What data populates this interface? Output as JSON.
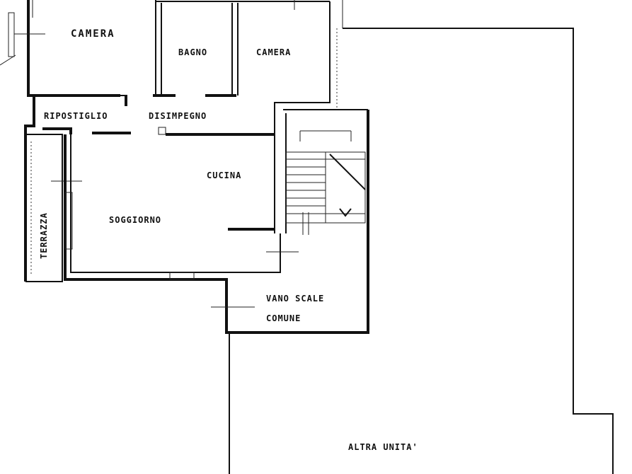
{
  "rooms": {
    "camera_1": "CAMERA",
    "bagno": "BAGNO",
    "camera_2": "CAMERA",
    "ripostiglio": "RIPOSTIGLIO",
    "disimpegno": "DISIMPEGNO",
    "cucina": "CUCINA",
    "soggiorno": "SOGGIORNO",
    "terrazza": "TERRAZZA",
    "vano_scale_line1": "VANO SCALE",
    "vano_scale_line2": "COMUNE",
    "altra_unita": "ALTRA UNITA'"
  },
  "colors": {
    "ink": "#111111",
    "paper": "#ffffff"
  }
}
